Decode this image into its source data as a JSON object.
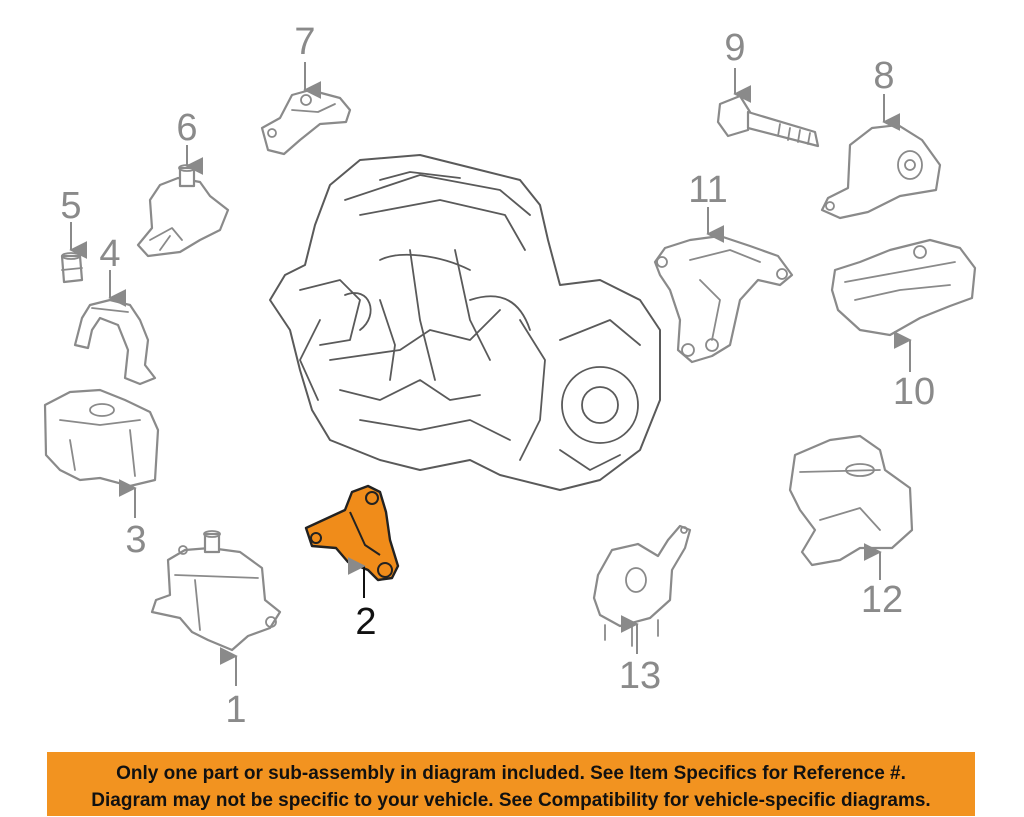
{
  "callouts": {
    "c1": "1",
    "c2": "2",
    "c3": "3",
    "c4": "4",
    "c5": "5",
    "c6": "6",
    "c7": "7",
    "c8": "8",
    "c9": "9",
    "c10": "10",
    "c11": "11",
    "c12": "12",
    "c13": "13"
  },
  "highlighted_part": "2",
  "colors": {
    "highlight": "#f08c1a",
    "banner": "#f29320",
    "line": "#8a8a8a"
  },
  "notice": {
    "line1": "Only one part or sub-assembly in diagram included. See Item Specifics for Reference #.",
    "line2": "Diagram may not be specific to your vehicle. See Compatibility for vehicle-specific diagrams."
  }
}
